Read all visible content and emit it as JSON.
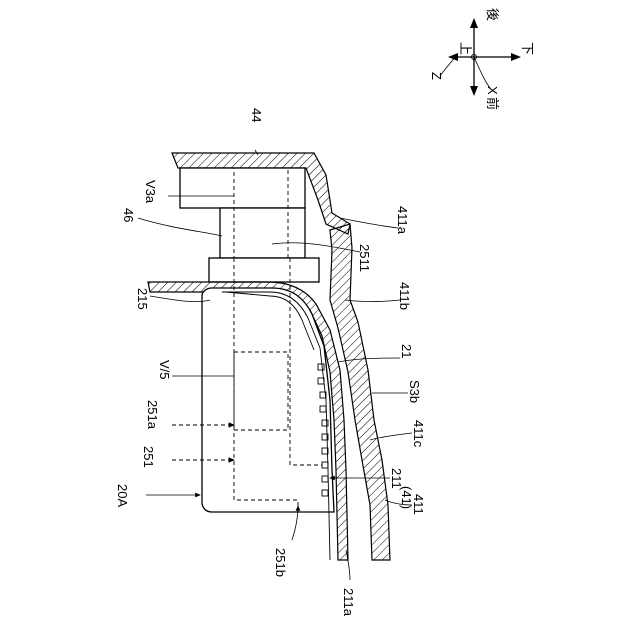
{
  "axes": {
    "back": "後",
    "up": "上",
    "down": "下",
    "front": "前",
    "x": "X",
    "z": "Z"
  },
  "labels": {
    "l44": "44",
    "v3a": "V3a",
    "l46": "46",
    "l411a": "411a",
    "l2511": "2511",
    "l215": "215",
    "l411b": "411b",
    "v5": "V/5",
    "l21": "21",
    "l251a": "251a",
    "s3b": "S3b",
    "l251": "251",
    "l411c": "411c",
    "l211": "211",
    "l20a": "20A",
    "l411": "411",
    "l41": "(41)",
    "l251b": "251b",
    "l211a": "211a"
  }
}
